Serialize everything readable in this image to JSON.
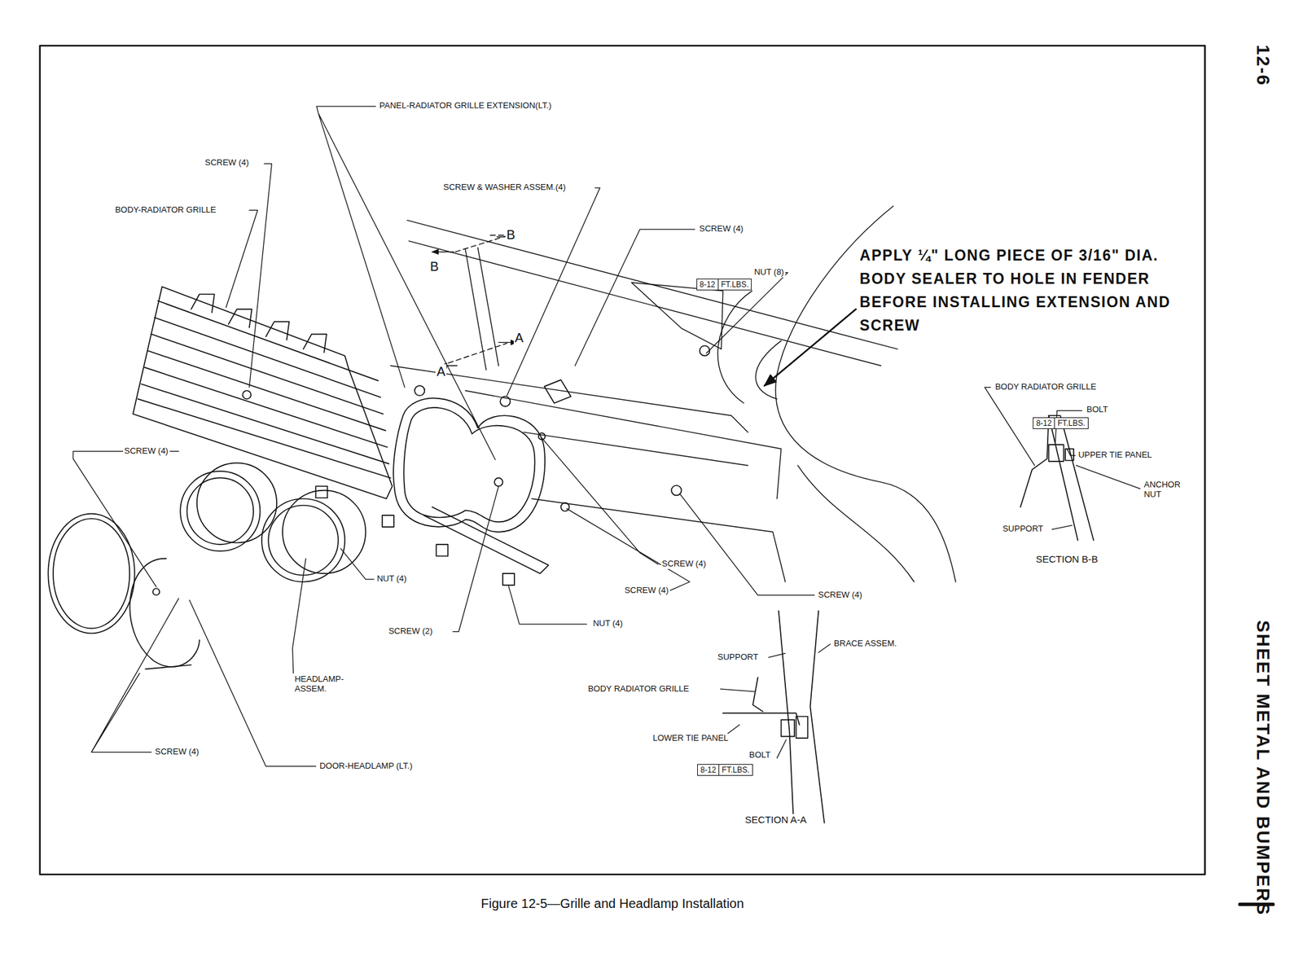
{
  "diagram": {
    "caption": "Figure 12-5—Grille and Headlamp Installation",
    "nodes": [
      {
        "text": [
          "8-12",
          "FT.LBS."
        ]
      },
      {
        "text": [
          "8-12",
          "FT.LBS."
        ]
      },
      {
        "text": [
          "8-12",
          "FT.LBS."
        ]
      }
    ],
    "edges": [],
    "labels": [
      "PANEL-RADIATOR GRILLE EXTENSION(LT.)",
      "SCREW (4)",
      "BODY-RADIATOR GRILLE",
      "SCREW & WASHER ASSEM.(4)",
      "SCREW (4)",
      "B",
      "B",
      "NUT (8)",
      "APPLY ¼\" LONG PIECE OF 3/16\" DIA. BODY SEALER TO HOLE IN FENDER BEFORE INSTALLING EXTENSION AND SCREW",
      "A",
      "A",
      "BODY RADIATOR GRILLE",
      "BOLT",
      "UPPER TIE PANEL",
      "ANCHOR NUT",
      "SUPPORT",
      "SECTION B-B",
      "SCREW (4)",
      "NUT (4)",
      "SCREW (4)",
      "SCREW (4)",
      "SCREW (4)",
      "SCREW (2)",
      "NUT (4)",
      "HEADLAMP-ASSEM.",
      "SUPPORT",
      "BRACE ASSEM.",
      "BODY RADIATOR GRILLE",
      "LOWER TIE PANEL",
      "BOLT",
      "SECTION A-A",
      "SCREW (4)",
      "DOOR-HEADLAMP (LT.)",
      "12-6",
      "SHEET METAL AND BUMPERS"
    ]
  }
}
